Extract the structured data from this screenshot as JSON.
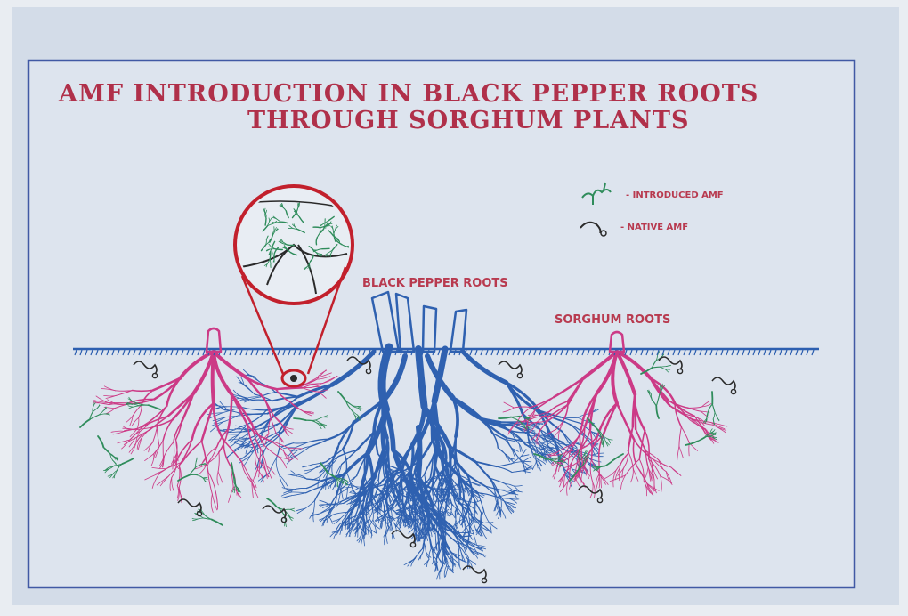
{
  "title": {
    "line1": "AMF INTRODUCTION IN  BLACK PEPPER  ROOTS",
    "line2": "THROUGH SORGHUM PLANTS"
  },
  "labels": {
    "black_pepper_roots": "BLACK PEPPER ROOTS",
    "sorghum_roots": "SORGHUM ROOTS"
  },
  "legend": {
    "introduced": "- INTRODUCED AMF",
    "native": "- NATIVE AMF"
  },
  "colors": {
    "frame": "#3f5aa6",
    "title": "#b0304a",
    "pepper_roots": "#2f61b0",
    "sorghum_roots": "#cc3a86",
    "introduced_amf": "#2f8c5b",
    "native_amf": "#2a2a2a",
    "magnifier": "#c2202c",
    "soil_line": "#2d5fb0"
  }
}
